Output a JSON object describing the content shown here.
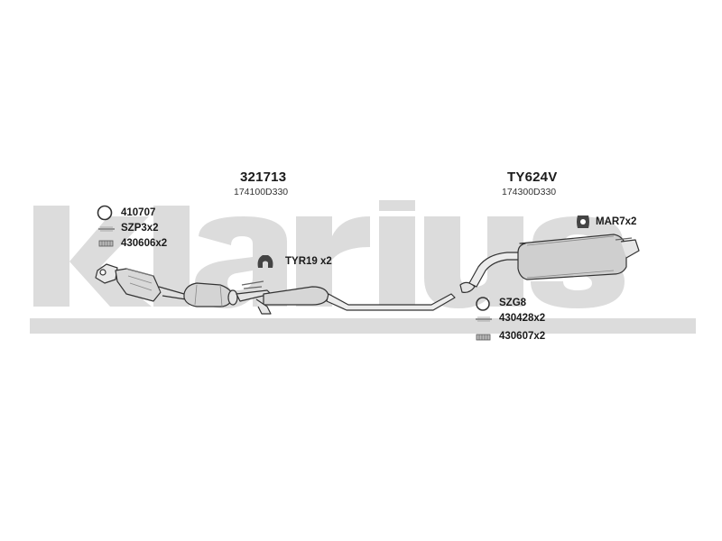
{
  "brand": {
    "name": "Klarius",
    "watermark_color": "#dcdcdc"
  },
  "assemblies": [
    {
      "number": "321713",
      "oe_number": "174100D330"
    },
    {
      "number": "TY624V",
      "oe_number": "174300D330"
    }
  ],
  "parts": {
    "clamp_ring": {
      "code": "410707"
    },
    "spring_left": {
      "code": "SZP3x2"
    },
    "bolt_left": {
      "code": "430606x2"
    },
    "rubber_hanger": {
      "code": "TYR19 x2"
    },
    "gasket": {
      "code": "SZG8"
    },
    "spring_right": {
      "code": "430428x2"
    },
    "bolt_right": {
      "code": "430607x2"
    },
    "rear_mount": {
      "code": "MAR7x2"
    }
  }
}
